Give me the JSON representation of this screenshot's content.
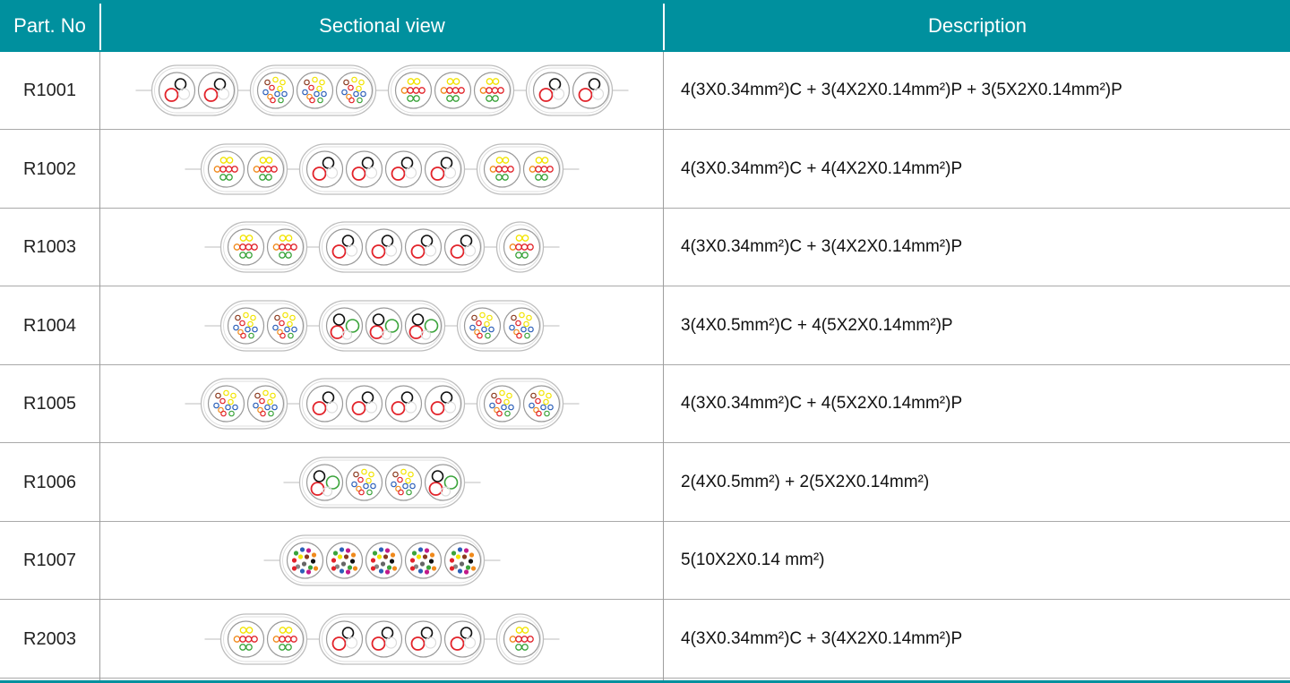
{
  "header": {
    "part_no": "Part. No",
    "sectional_view": "Sectional view",
    "description": "Description"
  },
  "colors": {
    "header_bg": "#00909e",
    "jacket": "#c8c8c8",
    "red": "#e2232a",
    "black": "#111111",
    "yellow": "#f2e400",
    "orange": "#f08a1c",
    "green": "#3aa33a",
    "blue": "#2c5fb8",
    "brown": "#8b3a1e"
  },
  "rows": [
    {
      "part": "R1001",
      "description": "4(3X0.34mm²)C + 3(4X2X0.14mm²)P + 3(5X2X0.14mm²)P",
      "icon": "flat-cable-cross-section-icon",
      "groups": [
        [
          "pwr",
          "pwr"
        ],
        [
          "sig5",
          "sig5",
          "sig5"
        ],
        [
          "sig4",
          "sig4",
          "sig4"
        ],
        [
          "pwr",
          "pwr"
        ]
      ]
    },
    {
      "part": "R1002",
      "description": "4(3X0.34mm²)C + 4(4X2X0.14mm²)P",
      "icon": "flat-cable-cross-section-icon",
      "groups": [
        [
          "sig4",
          "sig4"
        ],
        [
          "pwr",
          "pwr",
          "pwr",
          "pwr"
        ],
        [
          "sig4",
          "sig4"
        ]
      ]
    },
    {
      "part": "R1003",
      "description": "4(3X0.34mm²)C + 3(4X2X0.14mm²)P",
      "icon": "flat-cable-cross-section-icon",
      "groups": [
        [
          "sig4",
          "sig4"
        ],
        [
          "pwr",
          "pwr",
          "pwr",
          "pwr"
        ],
        [
          "sig4"
        ]
      ]
    },
    {
      "part": "R1004",
      "description": "3(4X0.5mm²)C + 4(5X2X0.14mm²)P",
      "icon": "flat-cable-cross-section-icon",
      "groups": [
        [
          "sig5",
          "sig5"
        ],
        [
          "pwr4",
          "pwr4",
          "pwr4"
        ],
        [
          "sig5",
          "sig5"
        ]
      ]
    },
    {
      "part": "R1005",
      "description": "4(3X0.34mm²)C + 4(5X2X0.14mm²)P",
      "icon": "flat-cable-cross-section-icon",
      "groups": [
        [
          "sig5",
          "sig5"
        ],
        [
          "pwr",
          "pwr",
          "pwr",
          "pwr"
        ],
        [
          "sig5",
          "sig5"
        ]
      ]
    },
    {
      "part": "R1006",
      "description": "2(4X0.5mm²) + 2(5X2X0.14mm²)",
      "icon": "flat-cable-cross-section-icon",
      "groups": [
        [
          "pwr4",
          "sig5",
          "sig5",
          "pwr4"
        ]
      ]
    },
    {
      "part": "R1007",
      "description": "5(10X2X0.14 mm²)",
      "icon": "flat-cable-cross-section-icon",
      "groups": [
        [
          "sig10",
          "sig10",
          "sig10",
          "sig10",
          "sig10"
        ]
      ]
    },
    {
      "part": "R2003",
      "description": "4(3X0.34mm²)C + 3(4X2X0.14mm²)P",
      "icon": "flat-cable-cross-section-icon",
      "groups": [
        [
          "sig4",
          "sig4"
        ],
        [
          "pwr",
          "pwr",
          "pwr",
          "pwr"
        ],
        [
          "sig4"
        ]
      ]
    }
  ]
}
